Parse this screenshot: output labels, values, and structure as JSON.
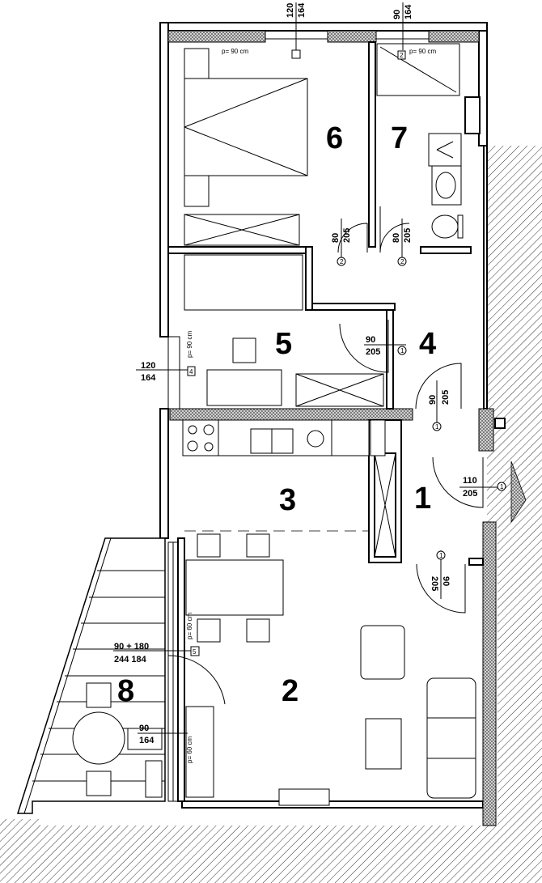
{
  "rooms": [
    {
      "id": "1",
      "label": "1"
    },
    {
      "id": "2",
      "label": "2"
    },
    {
      "id": "3",
      "label": "3"
    },
    {
      "id": "4",
      "label": "4"
    },
    {
      "id": "5",
      "label": "5"
    },
    {
      "id": "6",
      "label": "6"
    },
    {
      "id": "7",
      "label": "7"
    },
    {
      "id": "8",
      "label": "8"
    }
  ],
  "window_labels": {
    "w_top1_a": "120",
    "w_top1_b": "164",
    "w_top2_a": "90",
    "w_top2_b": "164",
    "w_left5_a": "120",
    "w_left5_b": "164",
    "w_balc_a": "90 + 180",
    "w_balc_b": "244 184",
    "w_balc2_a": "90",
    "w_balc2_b": "164"
  },
  "door_labels": {
    "d_entry_a": "110",
    "d_entry_b": "205",
    "d_hall_a": "90",
    "d_hall_b": "205",
    "d_45_a": "90",
    "d_45_b": "205",
    "d_bed_a": "80",
    "d_bed_b": "205",
    "d_bath_a": "80",
    "d_bath_b": "205",
    "d_kitchen_a": "90",
    "d_kitchen_b": "205"
  },
  "depth_labels": {
    "p6": "p= 90 cm",
    "p7": "p= 90 cm",
    "p5": "p= 90 cm",
    "p2a": "p= 60 cm",
    "p2b": "p= 60 cm"
  },
  "tags": {
    "t1": "1",
    "t2": "2",
    "t4": "4",
    "t5": "5"
  }
}
